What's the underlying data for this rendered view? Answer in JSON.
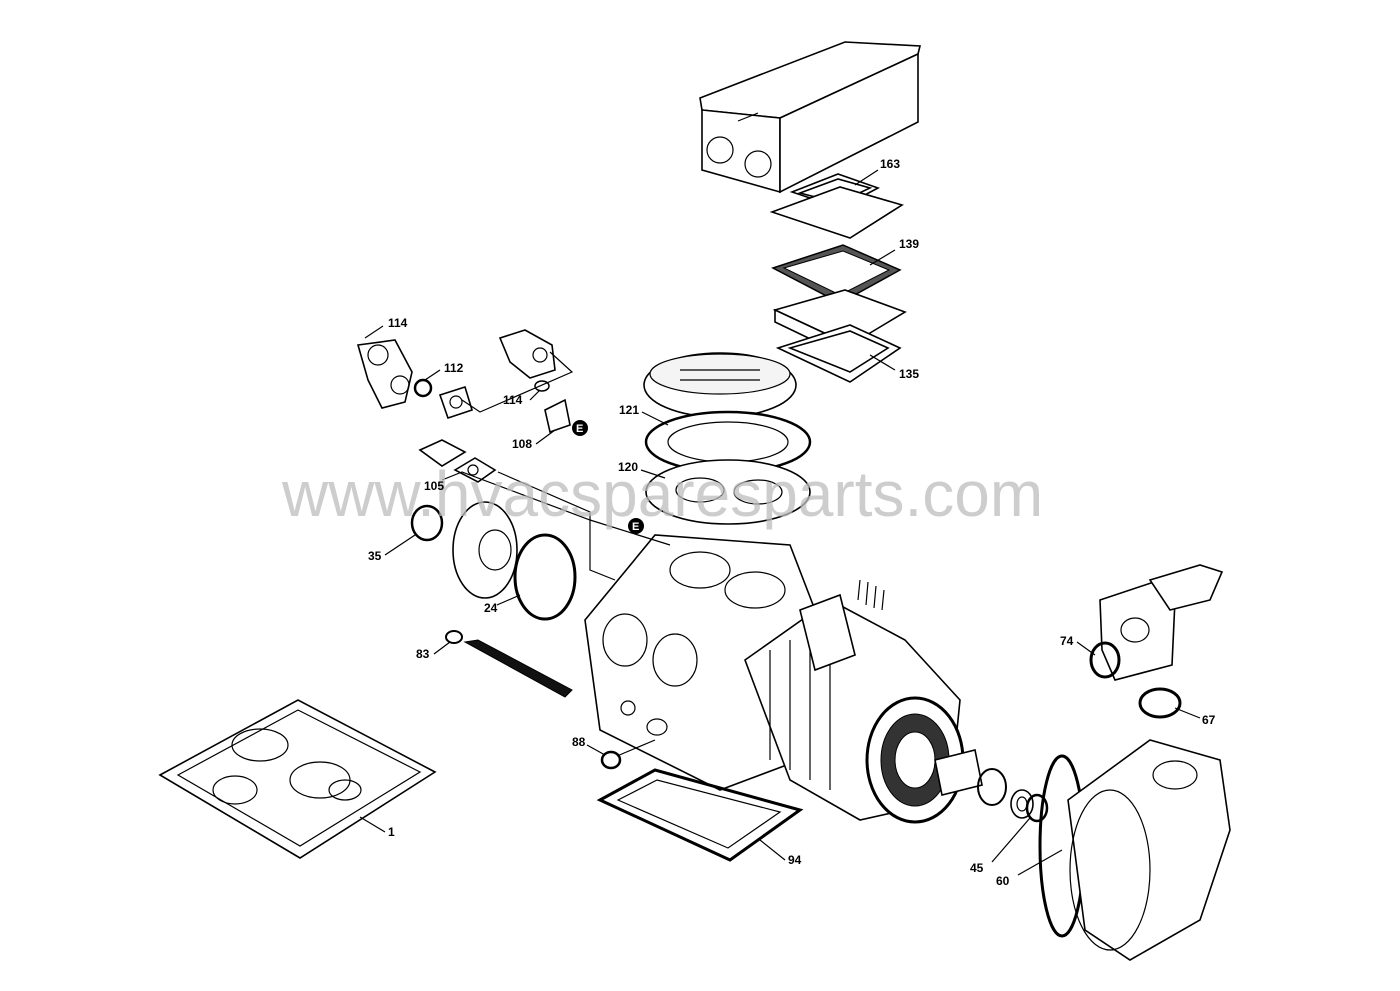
{
  "watermark": "www.hvacsparesparts.com",
  "callouts": [
    {
      "id": "c163",
      "text": "163"
    },
    {
      "id": "c139",
      "text": "139"
    },
    {
      "id": "c135",
      "text": "135"
    },
    {
      "id": "c114a",
      "text": "114"
    },
    {
      "id": "c112",
      "text": "112"
    },
    {
      "id": "c114b",
      "text": "114"
    },
    {
      "id": "c108",
      "text": "108"
    },
    {
      "id": "c121",
      "text": "121"
    },
    {
      "id": "c120",
      "text": "120"
    },
    {
      "id": "c105",
      "text": "105"
    },
    {
      "id": "c35",
      "text": "35"
    },
    {
      "id": "c24",
      "text": "24"
    },
    {
      "id": "c83",
      "text": "83"
    },
    {
      "id": "c88",
      "text": "88"
    },
    {
      "id": "c94",
      "text": "94"
    },
    {
      "id": "c1",
      "text": "1"
    },
    {
      "id": "c74",
      "text": "74"
    },
    {
      "id": "c67",
      "text": "67"
    },
    {
      "id": "c45",
      "text": "45"
    },
    {
      "id": "c60",
      "text": "60"
    }
  ],
  "markers": [
    {
      "id": "e1",
      "text": "E"
    },
    {
      "id": "e2",
      "text": "E"
    }
  ]
}
